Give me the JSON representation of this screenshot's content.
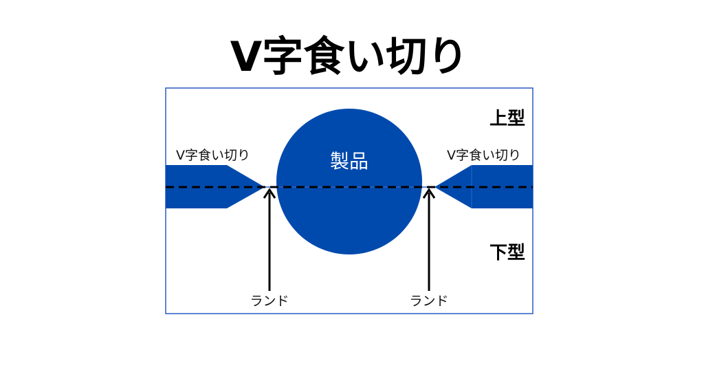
{
  "title": "V字食い切り",
  "labels": {
    "upper_die": "上型",
    "lower_die": "下型",
    "product": "製品",
    "v_cut_left": "V字食い切り",
    "v_cut_right": "V字食い切り",
    "land_left": "ランド",
    "land_right": "ランド"
  },
  "colors": {
    "blue": "#004aad",
    "border": "#2a5bc4"
  }
}
